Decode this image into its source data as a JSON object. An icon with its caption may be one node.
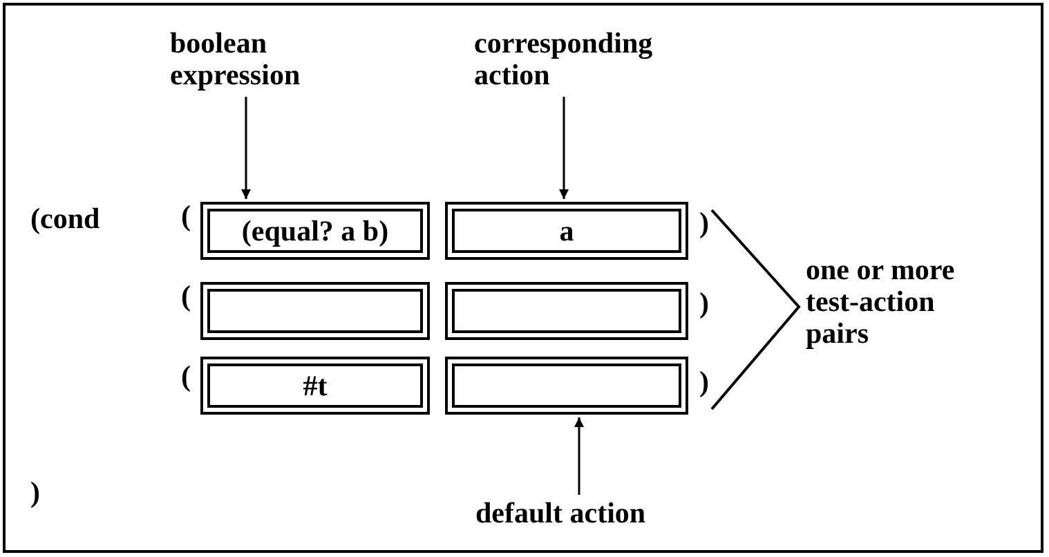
{
  "diagram": {
    "nodes": [
      {
        "text": [
          "boolean expression"
        ]
      },
      {
        "text": [
          "corresponding action"
        ]
      },
      {
        "text": [
          "(equal? a b)"
        ]
      },
      {
        "text": [
          "a"
        ]
      },
      {
        "text": [],
        "shape": "box"
      },
      {
        "text": [],
        "shape": "box"
      },
      {
        "text": [
          "#t"
        ]
      },
      {
        "text": [],
        "shape": "box"
      },
      {
        "text": [
          "default action"
        ]
      }
    ],
    "edges": [
      {
        "from": 0,
        "to": 2,
        "arrow": "to"
      },
      {
        "from": 1,
        "to": 3,
        "arrow": "to"
      },
      {
        "from": 8,
        "to": 7,
        "arrow": "to"
      }
    ],
    "labels": [
      "(cond",
      "(",
      ")",
      "one or more test-action pairs",
      "(",
      ")",
      "(",
      ")",
      ")"
    ]
  }
}
